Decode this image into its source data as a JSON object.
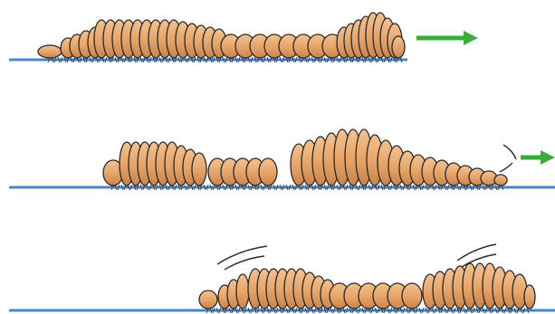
{
  "colors": {
    "ground": "#4a86c8",
    "arrow": "#3aac3a",
    "segment_fill": "#e9a96e",
    "segment_dark": "#c9834a",
    "outline": "#2a2a2a"
  },
  "icons": {
    "motion_arrow": "right-arrow-icon",
    "motion_lines": "motion-lines-icon"
  },
  "panels": [
    {
      "name": "stage-1",
      "has_arrow": true,
      "motion_marks": []
    },
    {
      "name": "stage-2",
      "has_arrow": true,
      "motion_marks": [
        "head-wiggle"
      ]
    },
    {
      "name": "stage-3",
      "has_arrow": false,
      "motion_marks": [
        "front-lift",
        "rear-lift"
      ]
    }
  ]
}
